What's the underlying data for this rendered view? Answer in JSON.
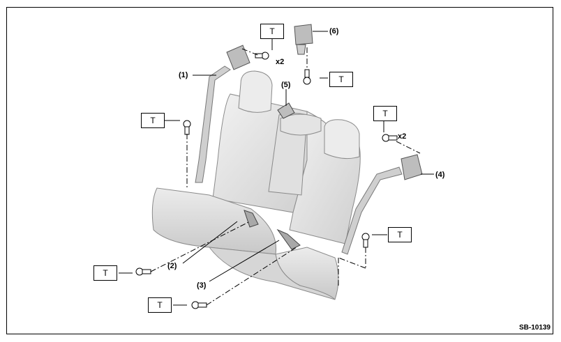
{
  "torque_label": "T",
  "multiplier": "x2",
  "callouts": {
    "c1": "(1)",
    "c2": "(2)",
    "c3": "(3)",
    "c4": "(4)",
    "c5": "(5)",
    "c6": "(6)"
  },
  "figure_code": "SB-10139"
}
